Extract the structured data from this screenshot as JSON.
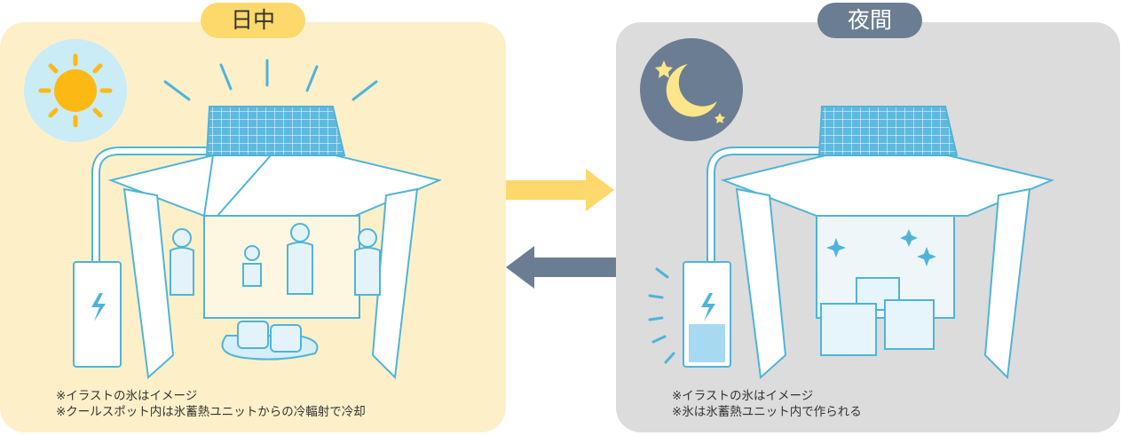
{
  "day": {
    "label": "日中",
    "notes": [
      "※イラストの氷はイメージ",
      "※クールスポット内は氷蓄熱ユニットからの冷輻射で冷却"
    ],
    "icon": "sun-icon"
  },
  "night": {
    "label": "夜間",
    "notes": [
      "※イラストの氷はイメージ",
      "※氷は氷蓄熱ユニット内で作られる"
    ],
    "icon": "moon-icon"
  },
  "colors": {
    "day_bg": "#fdf0c9",
    "day_accent": "#fdd96b",
    "night_bg": "#dcdcdc",
    "night_accent": "#6b7d92",
    "line": "#4fb4d8",
    "sun": "#fdb913"
  }
}
